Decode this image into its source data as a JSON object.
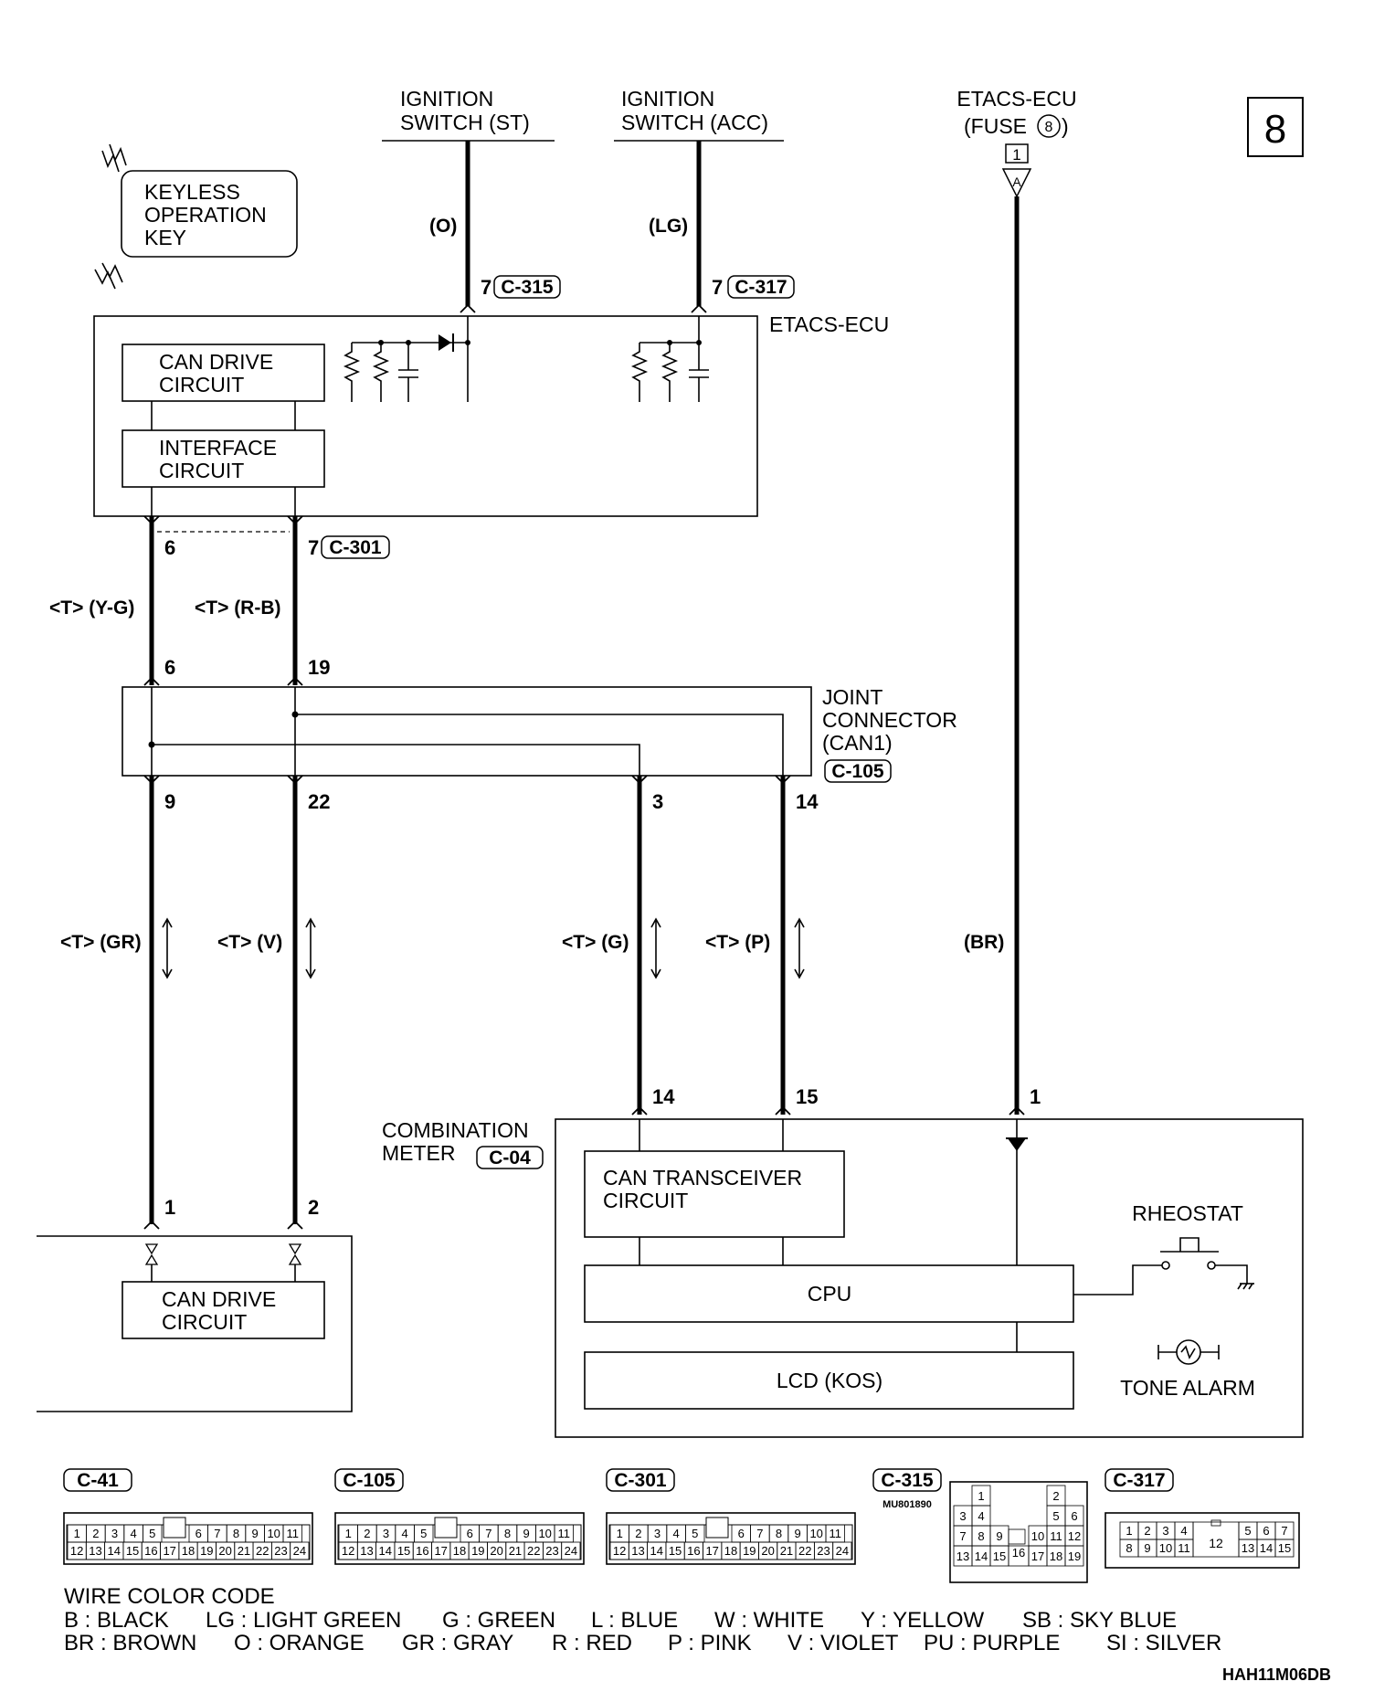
{
  "page_number": "8",
  "doc_code": "HAH11M06DB",
  "small_code": "MU801890",
  "labels": {
    "ign_st": [
      "IGNITION",
      "SWITCH (ST)"
    ],
    "ign_acc": [
      "IGNITION",
      "SWITCH (ACC)"
    ],
    "etacs_fuse": [
      "ETACS-ECU",
      "(FUSE ",
      ")"
    ],
    "fuse_num": "8",
    "fuse_conn_pin": "1",
    "fuse_conn_letter": "A",
    "keyless": [
      "KEYLESS",
      "OPERATION",
      "KEY"
    ],
    "etacs_ecu": "ETACS-ECU",
    "can_drive_1": [
      "CAN DRIVE",
      "CIRCUIT"
    ],
    "interface": [
      "INTERFACE",
      "CIRCUIT"
    ],
    "joint": [
      "JOINT",
      "CONNECTOR",
      "(CAN1)"
    ],
    "combo": [
      "COMBINATION",
      "METER"
    ],
    "can_trans": [
      "CAN TRANSCEIVER",
      "CIRCUIT"
    ],
    "cpu": "CPU",
    "lcd": "LCD (KOS)",
    "rheostat": "RHEOSTAT",
    "tone_alarm": "TONE ALARM",
    "can_drive_2": [
      "CAN DRIVE",
      "CIRCUIT"
    ]
  },
  "wire_colors": {
    "st": "(O)",
    "acc": "(LG)",
    "yg": "<T> (Y-G)",
    "rb": "<T> (R-B)",
    "gr": "<T> (GR)",
    "v": "<T> (V)",
    "g": "<T> (G)",
    "p": "<T> (P)",
    "br": "(BR)"
  },
  "connectors": {
    "c315": "C-315",
    "c317": "C-317",
    "c301": "C-301",
    "c105": "C-105",
    "c04": "C-04",
    "c41": "C-41"
  },
  "pins": {
    "st": "7",
    "acc": "7",
    "etacs_a": "6",
    "etacs_b": "7",
    "joint_in_a": "6",
    "joint_in_b": "19",
    "joint_out_1": "9",
    "joint_out_2": "22",
    "joint_out_3": "3",
    "joint_out_4": "14",
    "meter_1": "14",
    "meter_2": "15",
    "meter_3": "1",
    "bottom_1": "1",
    "bottom_2": "2"
  },
  "connector_faces": {
    "c41": {
      "top": [
        "1",
        "2",
        "3",
        "4",
        "5",
        "6",
        "7",
        "8",
        "9",
        "10",
        "11"
      ],
      "bottom": [
        "12",
        "13",
        "14",
        "15",
        "16",
        "17",
        "18",
        "19",
        "20",
        "21",
        "22",
        "23",
        "24"
      ]
    },
    "c105": {
      "top": [
        "1",
        "2",
        "3",
        "4",
        "5",
        "6",
        "7",
        "8",
        "9",
        "10",
        "11"
      ],
      "bottom": [
        "12",
        "13",
        "14",
        "15",
        "16",
        "17",
        "18",
        "19",
        "20",
        "21",
        "22",
        "23",
        "24"
      ]
    },
    "c301": {
      "top": [
        "1",
        "2",
        "3",
        "4",
        "5",
        "6",
        "7",
        "8",
        "9",
        "10",
        "11"
      ],
      "bottom": [
        "12",
        "13",
        "14",
        "15",
        "16",
        "17",
        "18",
        "19",
        "20",
        "21",
        "22",
        "23",
        "24"
      ]
    },
    "c315": {
      "row1": [
        "1",
        "2"
      ],
      "row2": [
        "3",
        "4",
        "5",
        "6"
      ],
      "row3": [
        "7",
        "8",
        "9",
        "10",
        "11",
        "12"
      ],
      "row4": [
        "13",
        "14",
        "15",
        "16",
        "17",
        "18",
        "19"
      ]
    },
    "c317": {
      "top": [
        "1",
        "2",
        "3",
        "4",
        "5",
        "6",
        "7"
      ],
      "bottom": [
        "8",
        "9",
        "10",
        "11",
        "12",
        "13",
        "14",
        "15"
      ]
    }
  },
  "legend": {
    "title": "WIRE COLOR CODE",
    "row1": [
      "B : BLACK",
      "LG : LIGHT GREEN",
      "G : GREEN",
      "L : BLUE",
      "W : WHITE",
      "Y : YELLOW",
      "SB : SKY BLUE"
    ],
    "row2": [
      "BR : BROWN",
      "O : ORANGE",
      "GR : GRAY",
      "R : RED",
      "P : PINK",
      "V : VIOLET",
      "PU : PURPLE",
      "SI : SILVER"
    ]
  }
}
